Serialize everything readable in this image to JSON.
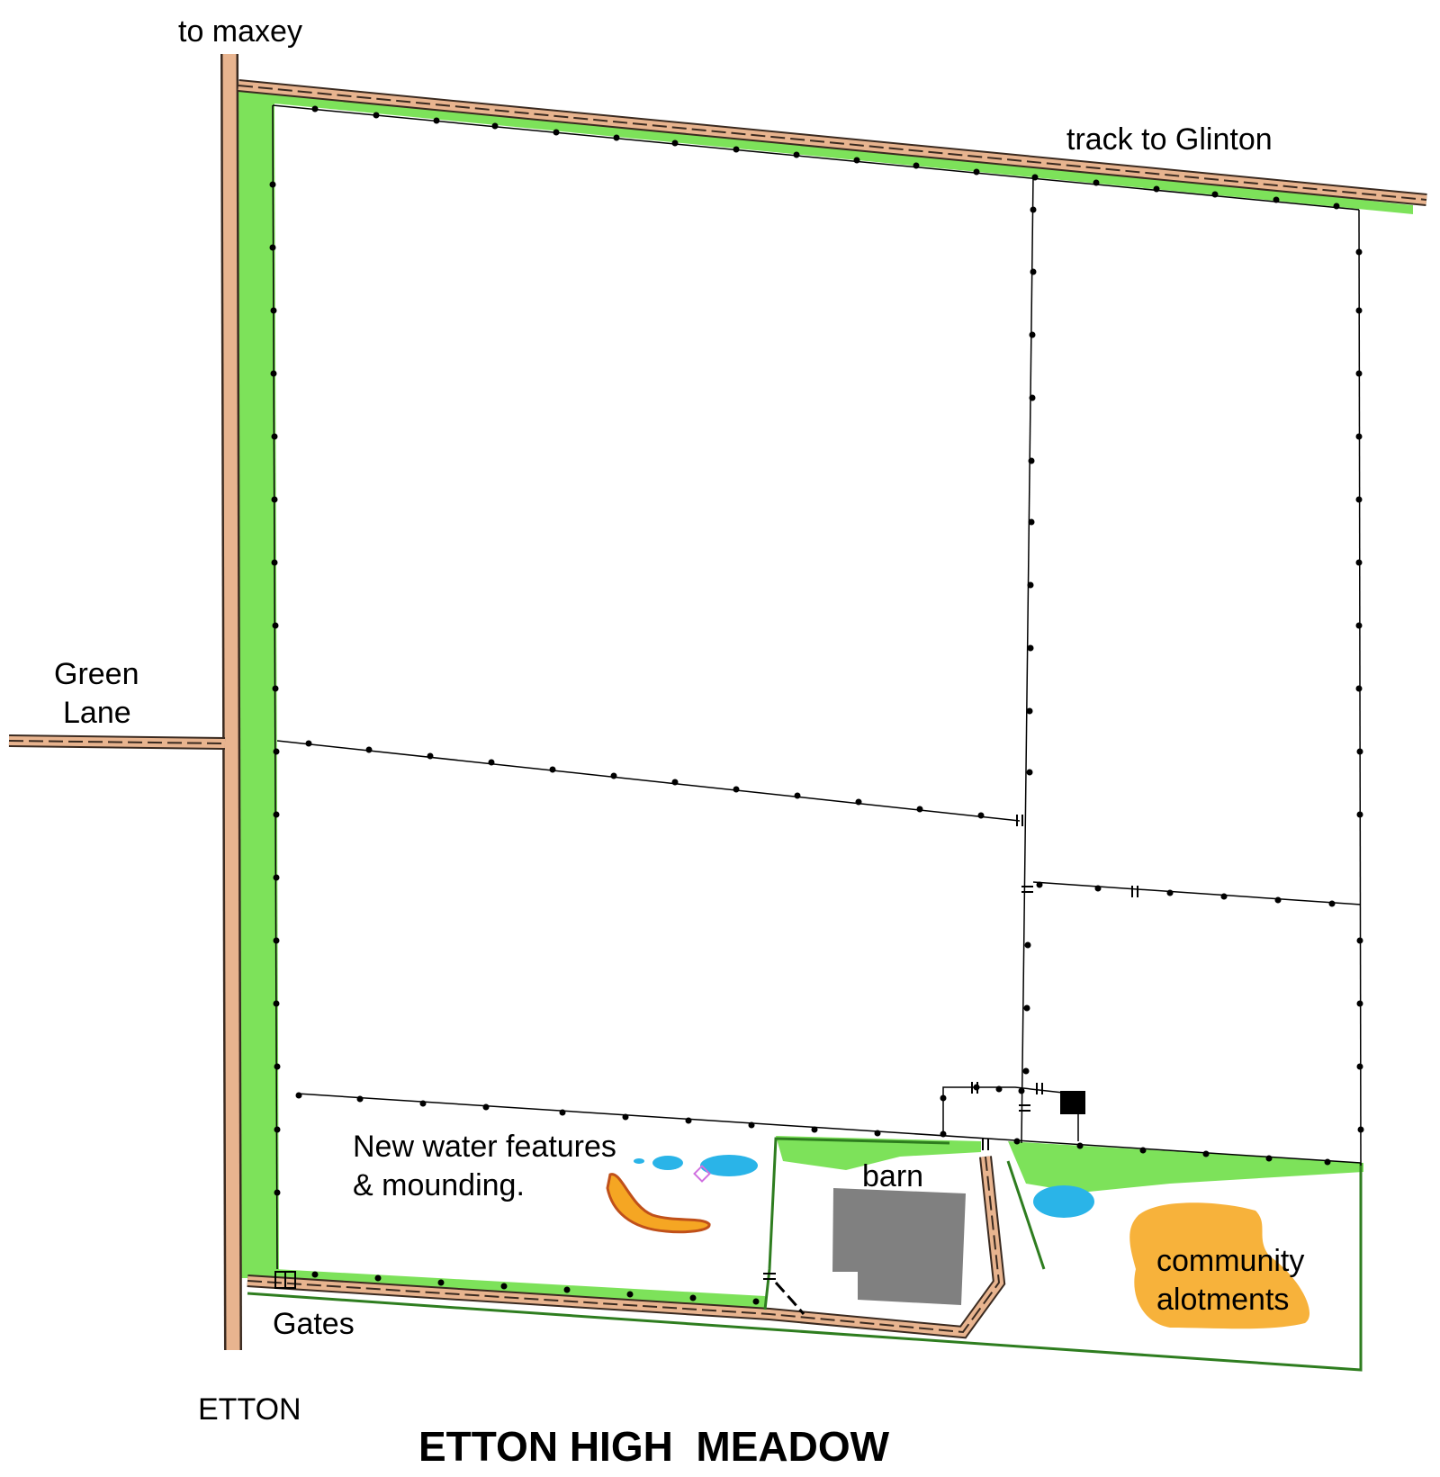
{
  "map": {
    "title": "ETTON HIGH  MEADOW",
    "labels": {
      "to_maxey": "to maxey",
      "track_to_glinton": "track to Glinton",
      "green_lane_1": "Green",
      "green_lane_2": "Lane",
      "water_1": "New water features",
      "water_2": "& mounding.",
      "barn": "barn",
      "community": "community",
      "alotments": "alotments",
      "gates": "Gates",
      "etton": "ETTON"
    },
    "colors": {
      "track_fill": "#e8b48f",
      "track_edge": "#3a2a20",
      "verge_green": "#7de25a",
      "boundary_green": "#2e7d1f",
      "water_blue": "#2ab4e8",
      "mound_orange": "#f5a623",
      "mound_edge": "#c0501a",
      "allotment_orange": "#f7b23b",
      "barn_grey": "#808080",
      "field_line": "#000000"
    }
  }
}
